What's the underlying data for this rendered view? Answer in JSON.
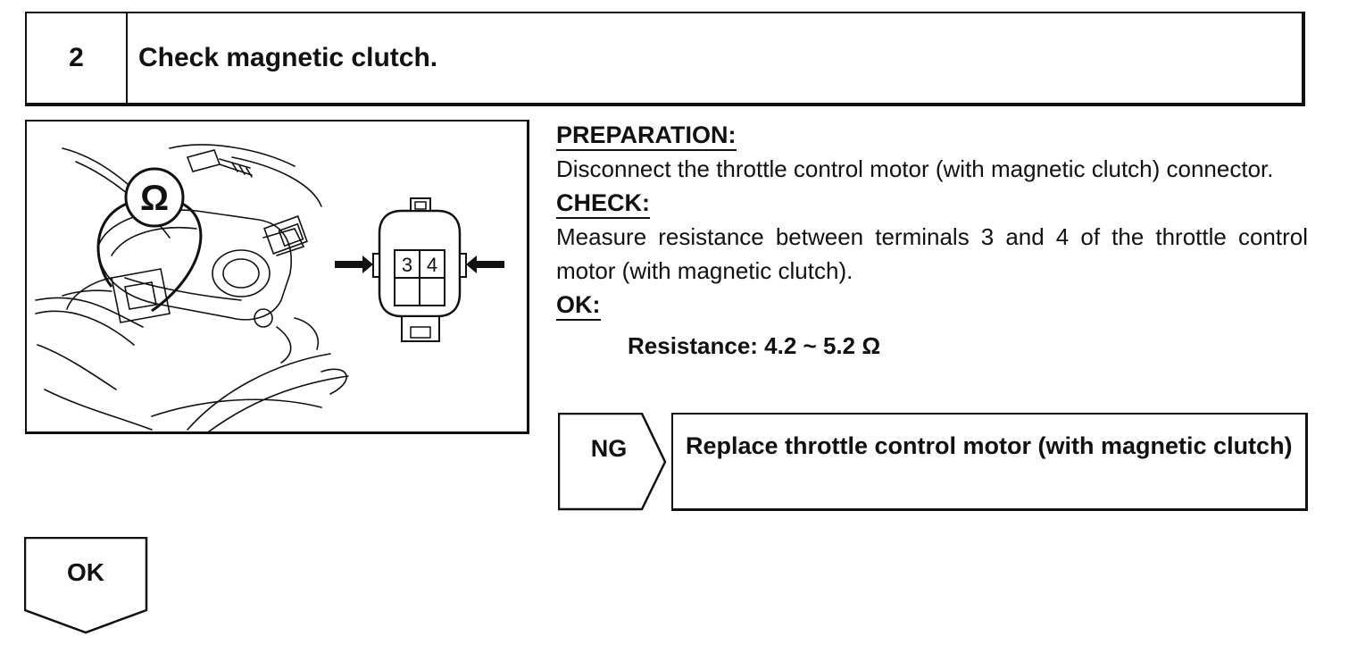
{
  "step": {
    "number": "2",
    "title": "Check magnetic clutch."
  },
  "figure": {
    "ohmmeter_symbol": "Ω",
    "terminal_left": "3",
    "terminal_right": "4"
  },
  "preparation": {
    "heading": "PREPARATION:",
    "text": "Disconnect the throttle control motor (with magnetic clutch) connector."
  },
  "check": {
    "heading": "CHECK:",
    "text": "Measure resistance between terminals 3 and 4 of the throttle control motor (with magnetic clutch)."
  },
  "ok_spec": {
    "heading": "OK:",
    "text": "Resistance: 4.2 ~ 5.2 Ω"
  },
  "ng": {
    "label": "NG",
    "action": "Replace throttle control motor (with magnetic clutch)"
  },
  "ok_arrow": {
    "label": "OK"
  },
  "colors": {
    "line": "#111111",
    "background": "#ffffff"
  }
}
